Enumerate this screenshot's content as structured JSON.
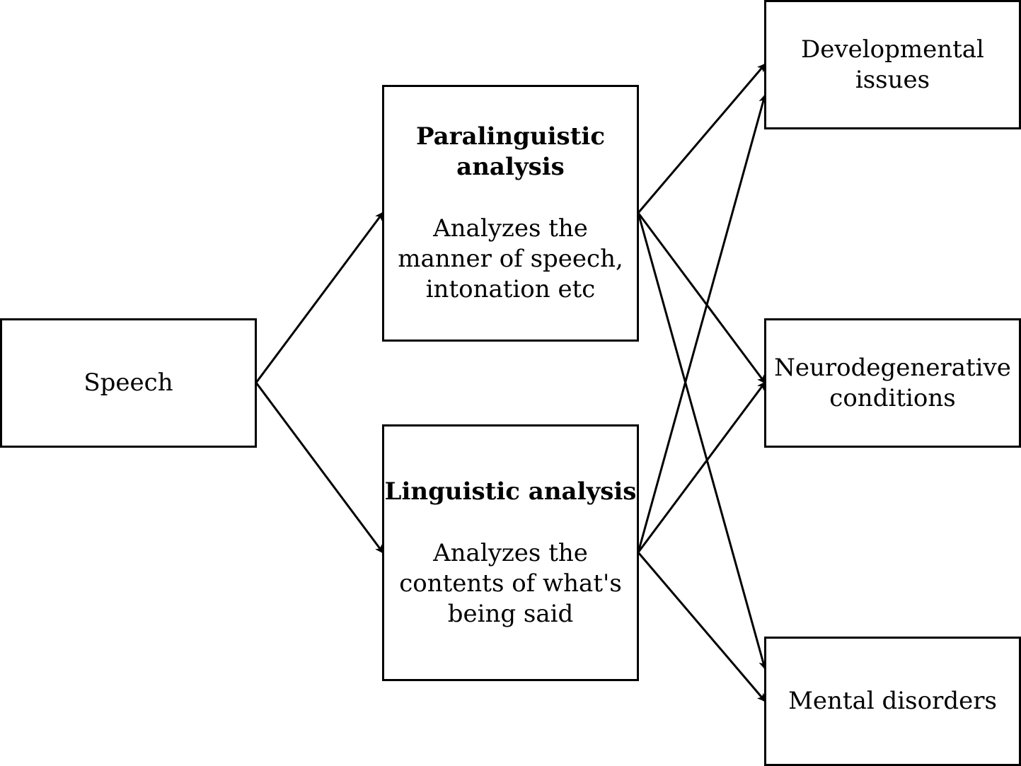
{
  "nodes": {
    "speech": {
      "label": "Speech"
    },
    "paralinguistic": {
      "title": "Paralinguistic\nanalysis",
      "description": "Analyzes the\nmanner of speech,\nintonation etc"
    },
    "linguistic": {
      "title": "Linguistic analysis",
      "description": "Analyzes the\ncontents of what's\nbeing said"
    },
    "developmental": {
      "label": "Developmental\nissues"
    },
    "neurodegenerative": {
      "label": "Neurodegenerative\nconditions"
    },
    "mental": {
      "label": "Mental disorders"
    }
  },
  "edges": [
    {
      "from": "speech",
      "to": "paralinguistic"
    },
    {
      "from": "speech",
      "to": "linguistic"
    },
    {
      "from": "paralinguistic",
      "to": "developmental"
    },
    {
      "from": "paralinguistic",
      "to": "neurodegenerative"
    },
    {
      "from": "paralinguistic",
      "to": "mental"
    },
    {
      "from": "linguistic",
      "to": "developmental"
    },
    {
      "from": "linguistic",
      "to": "neurodegenerative"
    },
    {
      "from": "linguistic",
      "to": "mental"
    }
  ],
  "colors": {
    "stroke": "#000000",
    "fill": "#ffffff"
  }
}
